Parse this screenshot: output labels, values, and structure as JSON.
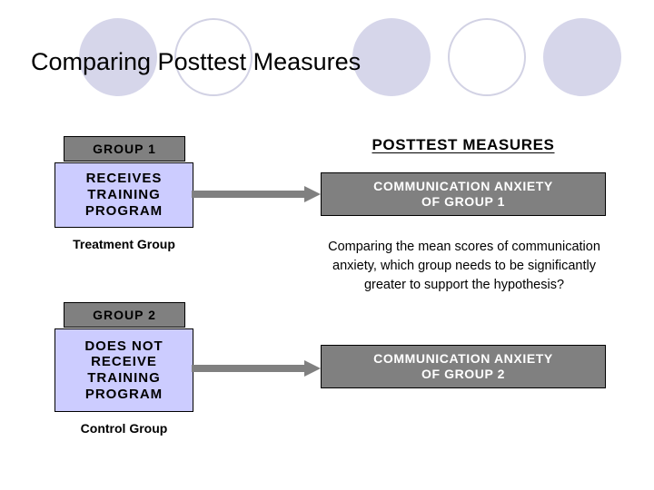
{
  "slide": {
    "title": "Comparing Posttest Measures",
    "background": "#ffffff"
  },
  "colors": {
    "gray_box": "#808080",
    "lavender_box": "#ccccff",
    "circle_fill": "#d6d6ea",
    "circle_outline": "#d2d2e4",
    "text_dark": "#000000",
    "text_light": "#ffffff",
    "arrow": "#808080"
  },
  "decorations": {
    "circles": [
      {
        "name": "circle-filled-1",
        "style": "filled"
      },
      {
        "name": "circle-outline-1",
        "style": "outline"
      },
      {
        "name": "circle-filled-2",
        "style": "filled"
      },
      {
        "name": "circle-outline-2",
        "style": "outline"
      },
      {
        "name": "circle-filled-3",
        "style": "filled"
      }
    ]
  },
  "left_column": {
    "group1": {
      "header": "GROUP 1",
      "body": "RECEIVES TRAINING PROGRAM",
      "body_lines": [
        "RECEIVES",
        "TRAINING",
        "PROGRAM"
      ],
      "caption": "Treatment Group"
    },
    "group2": {
      "header": "GROUP 2",
      "body": "DOES NOT RECEIVE TRAINING PROGRAM",
      "body_lines": [
        "DOES NOT",
        "RECEIVE",
        "TRAINING",
        "PROGRAM"
      ],
      "caption": "Control Group"
    }
  },
  "right_column": {
    "header": "POSTTEST MEASURES",
    "outcome1": {
      "line1": "COMMUNICATION ANXIETY",
      "line2": "OF GROUP 1"
    },
    "outcome2": {
      "line1": "COMMUNICATION ANXIETY",
      "line2": "OF GROUP 2"
    },
    "question": "Comparing the mean scores of communication anxiety, which group needs to be significantly greater to support the hypothesis?"
  },
  "connectors": [
    {
      "name": "arrow-group1-to-outcome1",
      "direction": "right"
    },
    {
      "name": "arrow-group2-to-outcome2",
      "direction": "right"
    }
  ]
}
